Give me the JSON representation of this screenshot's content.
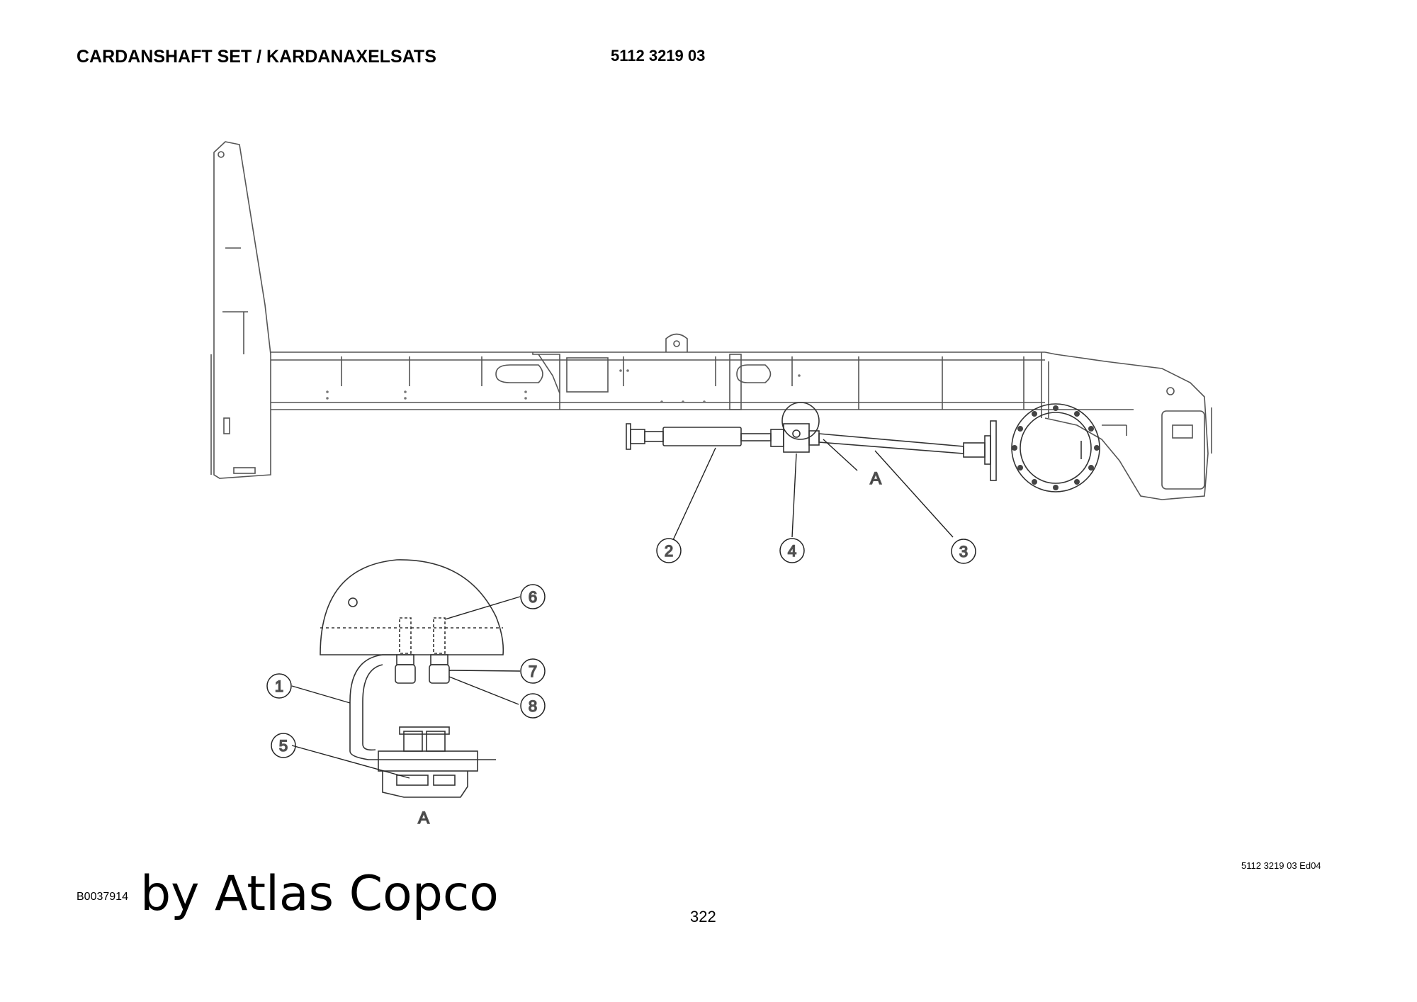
{
  "header": {
    "title": "CARDANSHAFT SET / KARDANAXELSATS",
    "part_number": "5112 3219 03"
  },
  "callouts": {
    "n1": "1",
    "n2": "2",
    "n3": "3",
    "n4": "4",
    "n5": "5",
    "n6": "6",
    "n7": "7",
    "n8": "8"
  },
  "detail": {
    "ref_main": "A",
    "ref_detail": "A"
  },
  "footer": {
    "drawing_code": "B0037914",
    "brand": "by Atlas Copco",
    "page_number": "322",
    "edition": "5112 3219 03 Ed04"
  }
}
